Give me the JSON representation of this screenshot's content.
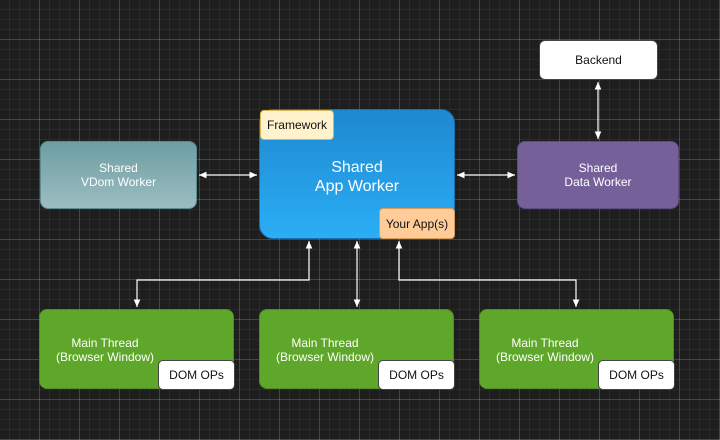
{
  "nodes": {
    "backend": {
      "label": "Backend"
    },
    "vdom_worker": {
      "line1": "Shared",
      "line2": "VDom Worker"
    },
    "app_worker": {
      "line1": "Shared",
      "line2": "App Worker"
    },
    "data_worker": {
      "line1": "Shared",
      "line2": "Data Worker"
    },
    "framework": {
      "label": "Framework"
    },
    "your_apps": {
      "label": "Your App(s)"
    },
    "main_threads": [
      {
        "line1": "Main Thread",
        "line2": "(Browser Window)",
        "dom_ops": "DOM OPs"
      },
      {
        "line1": "Main Thread",
        "line2": "(Browser Window)",
        "dom_ops": "DOM OPs"
      },
      {
        "line1": "Main Thread",
        "line2": "(Browser Window)",
        "dom_ops": "DOM OPs"
      }
    ]
  },
  "edges": [
    {
      "from": "vdom_worker",
      "to": "app_worker",
      "direction": "both"
    },
    {
      "from": "app_worker",
      "to": "data_worker",
      "direction": "both"
    },
    {
      "from": "data_worker",
      "to": "backend",
      "direction": "both"
    },
    {
      "from": "app_worker",
      "to": "main_thread_1",
      "direction": "both"
    },
    {
      "from": "app_worker",
      "to": "main_thread_2",
      "direction": "both"
    },
    {
      "from": "app_worker",
      "to": "main_thread_3",
      "direction": "both"
    }
  ],
  "colors": {
    "background": "#1e1e1e",
    "connector": "#ffffff",
    "app_worker": "#1f9ae6",
    "vdom_worker": "#86adb2",
    "data_worker": "#76609a",
    "main_thread": "#5ea72a",
    "framework": "#fff2cc",
    "your_apps": "#ffcc99"
  }
}
